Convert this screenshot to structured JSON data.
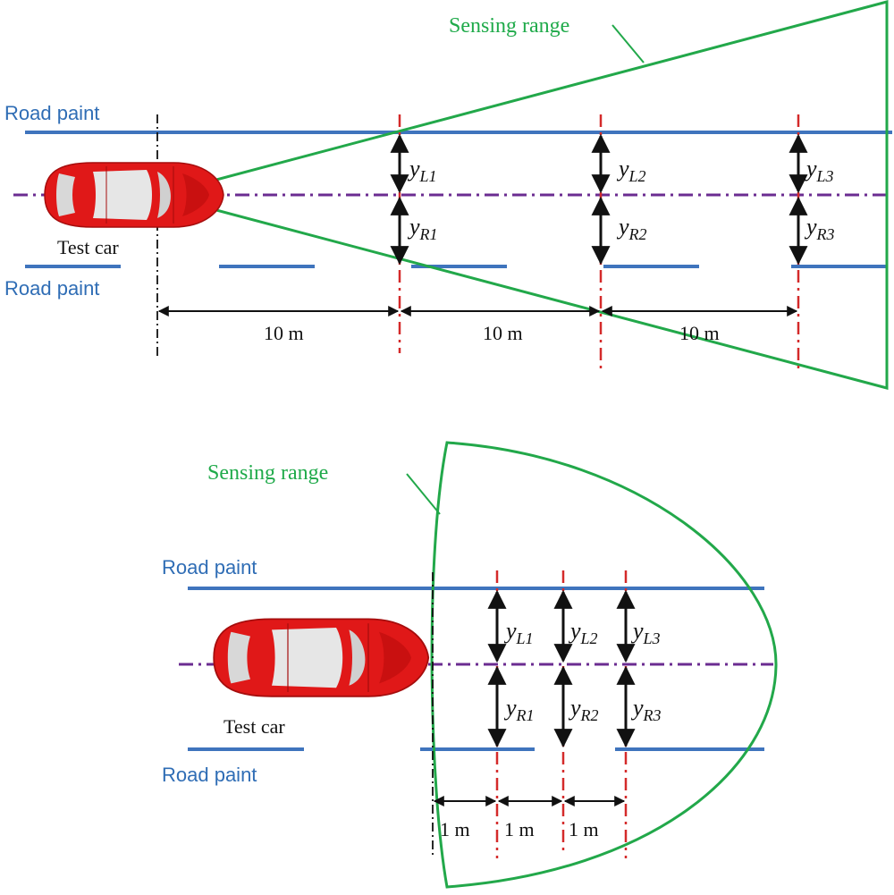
{
  "top": {
    "sensing_label": "Sensing range",
    "road_paint_top": "Road paint",
    "road_paint_bottom": "Road paint",
    "car_label": "Test car",
    "distances": [
      "10 m",
      "10 m",
      "10 m"
    ],
    "y_labels": [
      {
        "main": "y",
        "sub": "L1"
      },
      {
        "main": "y",
        "sub": "L2"
      },
      {
        "main": "y",
        "sub": "L3"
      },
      {
        "main": "y",
        "sub": "R1"
      },
      {
        "main": "y",
        "sub": "R2"
      },
      {
        "main": "y",
        "sub": "R3"
      }
    ]
  },
  "bottom": {
    "sensing_label": "Sensing range",
    "road_paint_top": "Road paint",
    "road_paint_bottom": "Road paint",
    "car_label": "Test car",
    "distances": [
      "1 m",
      "1 m",
      "1 m"
    ],
    "y_labels": [
      {
        "main": "y",
        "sub": "L1"
      },
      {
        "main": "y",
        "sub": "L2"
      },
      {
        "main": "y",
        "sub": "L3"
      },
      {
        "main": "y",
        "sub": "R1"
      },
      {
        "main": "y",
        "sub": "R2"
      },
      {
        "main": "y",
        "sub": "R3"
      }
    ]
  },
  "colors": {
    "road_paint": "#3f74bd",
    "sensing": "#22a84a",
    "centerline": "#6b2c91",
    "measure_line": "#d42a2a",
    "car_body": "#e01818",
    "arrow": "#111111"
  }
}
